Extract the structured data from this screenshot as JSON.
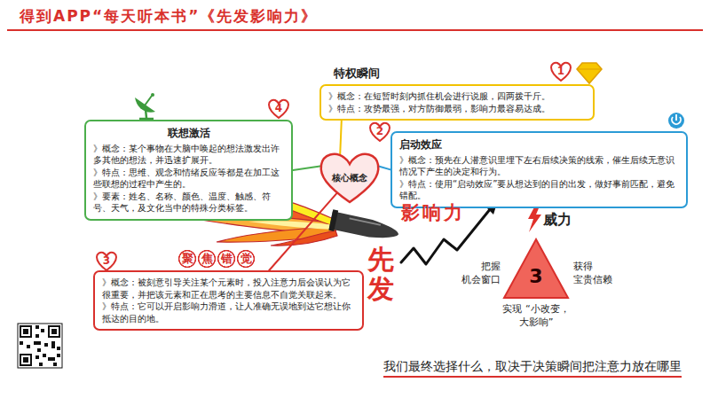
{
  "diagram": {
    "title": "得到APP“每天听本书”《先发影响力》",
    "caption": "我们最终选择什么，取决于决策瞬间把注意力放在哪里",
    "nodes": [
      {
        "text": [
          "特权瞬间",
          "》概念：在短暂时刻内抓住机会进行说服，四两拨千斤。",
          "》特点：攻势最强，对方防御最弱，影响力最容易达成。"
        ]
      },
      {
        "text": [
          "启动效应",
          "》概念：预先在人潜意识里埋下左右后续决策的线索，催生后续无意识情况下产生的决定和行为。",
          "》特点：使用“启动效应”要从想达到的目的出发，做好事前匹配，避免错配。"
        ]
      },
      {
        "text": [
          "联想激活",
          "》概念：某个事物在大脑中唤起的想法激发出许多其他的想法，并迅速扩展开。",
          "》特点：思维、观念和情绪反应等都是在加工这些联想的过程中产生的。",
          "》要素：姓名、名称、颜色、温度、触感、符号、天气，及文化当中的特殊分类标签。"
        ]
      },
      {
        "text": [
          "聚焦错觉",
          "》概念：被刻意引导关注某个元素时，投入注意力后会误认为它很重要，并把该元素和正在思考的主要信息不自觉关联起来。",
          "》特点：它可以开启影响力滑道，让人准确无误地到达它想让你抵达的目的地。"
        ]
      },
      {
        "text": [
          "核心概念"
        ]
      },
      {
        "text": [
          "3"
        ]
      }
    ],
    "edges": [
      {
        "from": 4,
        "to": 0,
        "arrow": "none"
      },
      {
        "from": 4,
        "to": 1,
        "arrow": "none"
      },
      {
        "from": 4,
        "to": 2,
        "arrow": "none"
      },
      {
        "from": 4,
        "to": 3,
        "arrow": "none"
      }
    ],
    "labels": [
      "1",
      "2",
      "4",
      "3",
      "先发",
      "影响力",
      "威力",
      "把握 机会窗口",
      "获得 宝贵信赖",
      "实现 “小改变，大影响”"
    ]
  }
}
